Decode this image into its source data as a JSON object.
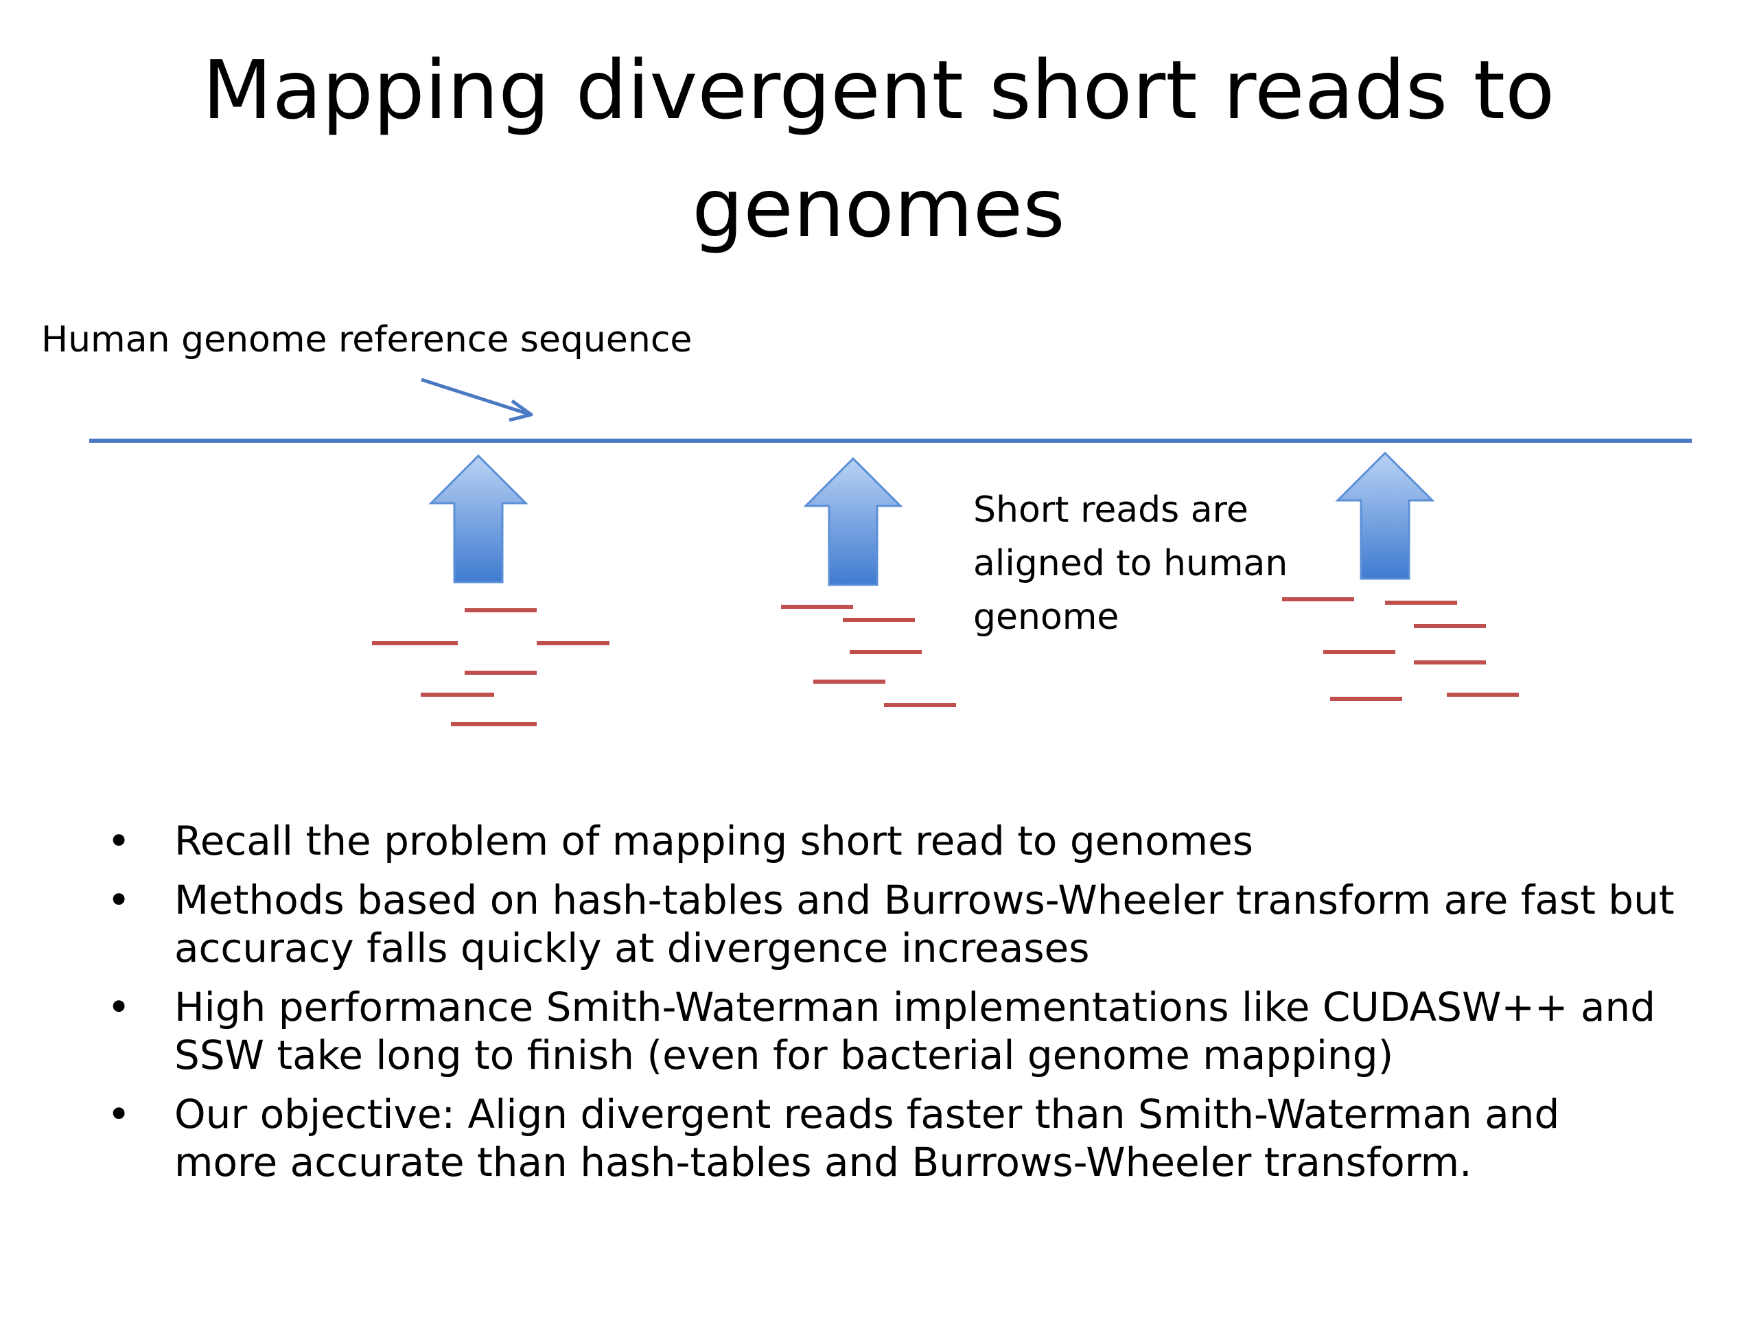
{
  "slide": {
    "title": "Mapping divergent short reads to genomes"
  },
  "diagram": {
    "reference_label": "Human genome reference sequence",
    "reads_note_lines": [
      "Short reads are",
      "aligned to human",
      "genome"
    ],
    "colors": {
      "reference_line": "#4a78c2",
      "arrow_top": "#b9d2f4",
      "arrow_bottom": "#3f7bd0",
      "arrow_stroke": "#5b8fd6",
      "reads": "#c0504d"
    },
    "read_clusters": 3
  },
  "bullets": {
    "marker": "•",
    "items": [
      "Recall the problem of mapping short read to genomes",
      "Methods based on hash-tables and Burrows-Wheeler transform are fast but accuracy falls quickly at divergence increases",
      "High performance Smith-Waterman implementations like CUDASW++ and SSW take long to finish (even for bacterial genome mapping)",
      "Our objective: Align divergent reads faster than Smith-Waterman and more accurate than hash-tables and Burrows-Wheeler transform."
    ]
  }
}
